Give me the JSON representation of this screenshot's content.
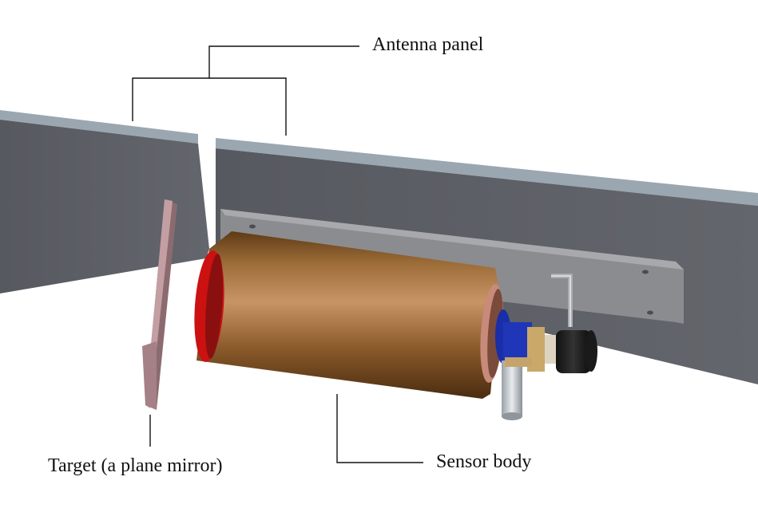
{
  "labels": {
    "antenna_panel": "Antenna panel",
    "target": "Target (a plane mirror)",
    "sensor_body": "Sensor body"
  },
  "colors": {
    "panel_face": "#5d6066",
    "panel_top_edge": "#9aa6b0",
    "target_plate": "#b08a8e",
    "sensor_body": "#8a5a2a",
    "sensor_front_ring": "#cc1111",
    "connector_blue": "#1a2ea8",
    "mount_plate": "#8a8b8e"
  },
  "icons": {
    "leader_lines": "callout-line",
    "sensor_connector": "connector-icon"
  }
}
